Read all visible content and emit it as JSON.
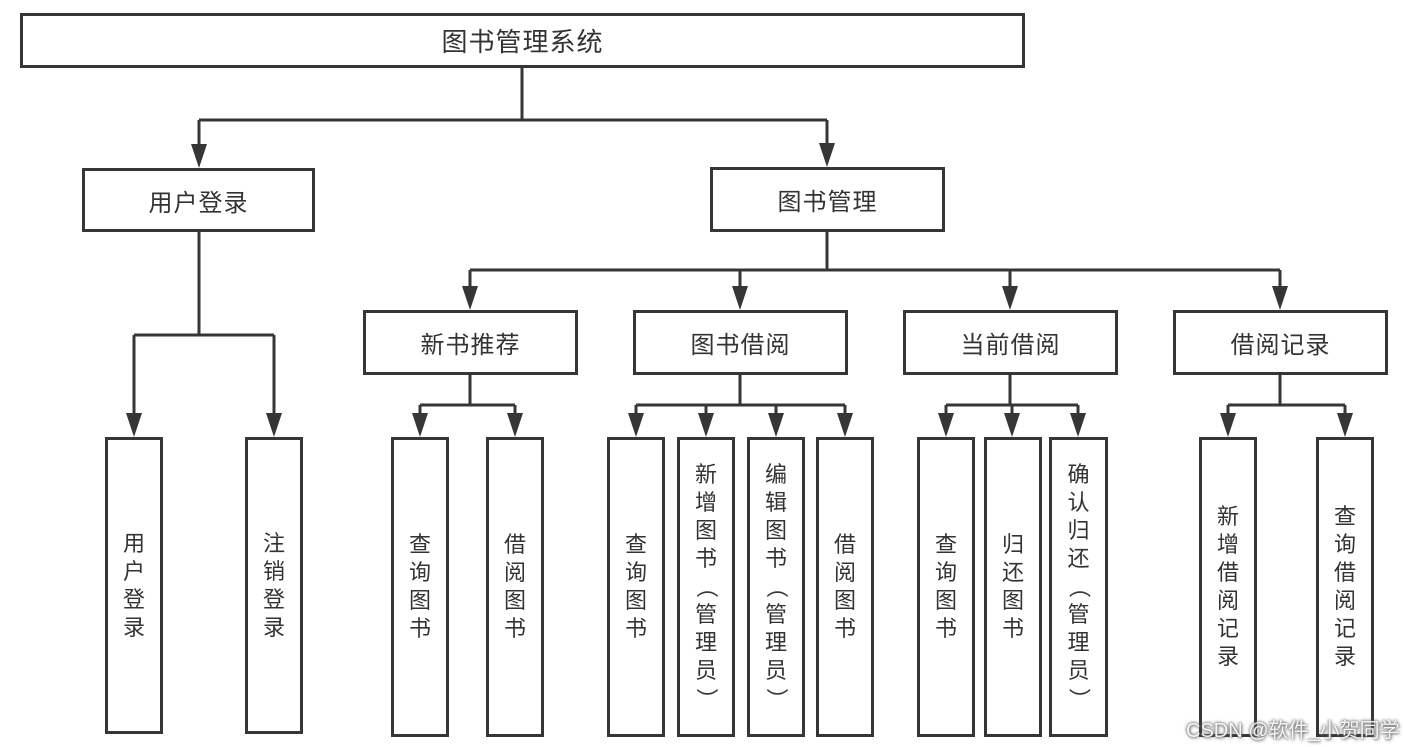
{
  "colors": {
    "line": "#363636",
    "text": "#333333",
    "background": "#ffffff"
  },
  "watermark": {
    "text": "CSDN @软件_小贺同学"
  },
  "tree": {
    "root": {
      "label": "图书管理系统"
    },
    "children": [
      {
        "label": "用户登录",
        "children": [
          "用户登录",
          "注销登录"
        ]
      },
      {
        "label": "图书管理",
        "children": [
          {
            "label": "新书推荐",
            "children": [
              "查询图书",
              "借阅图书"
            ]
          },
          {
            "label": "图书借阅",
            "children": [
              "查询图书",
              "新增图书（管理员）",
              "编辑图书（管理员）",
              "借阅图书"
            ]
          },
          {
            "label": "当前借阅",
            "children": [
              "查询图书",
              "归还图书",
              "确认归还（管理员）"
            ]
          },
          {
            "label": "借阅记录",
            "children": [
              "新增借阅记录",
              "查询借阅记录"
            ]
          }
        ]
      }
    ]
  }
}
